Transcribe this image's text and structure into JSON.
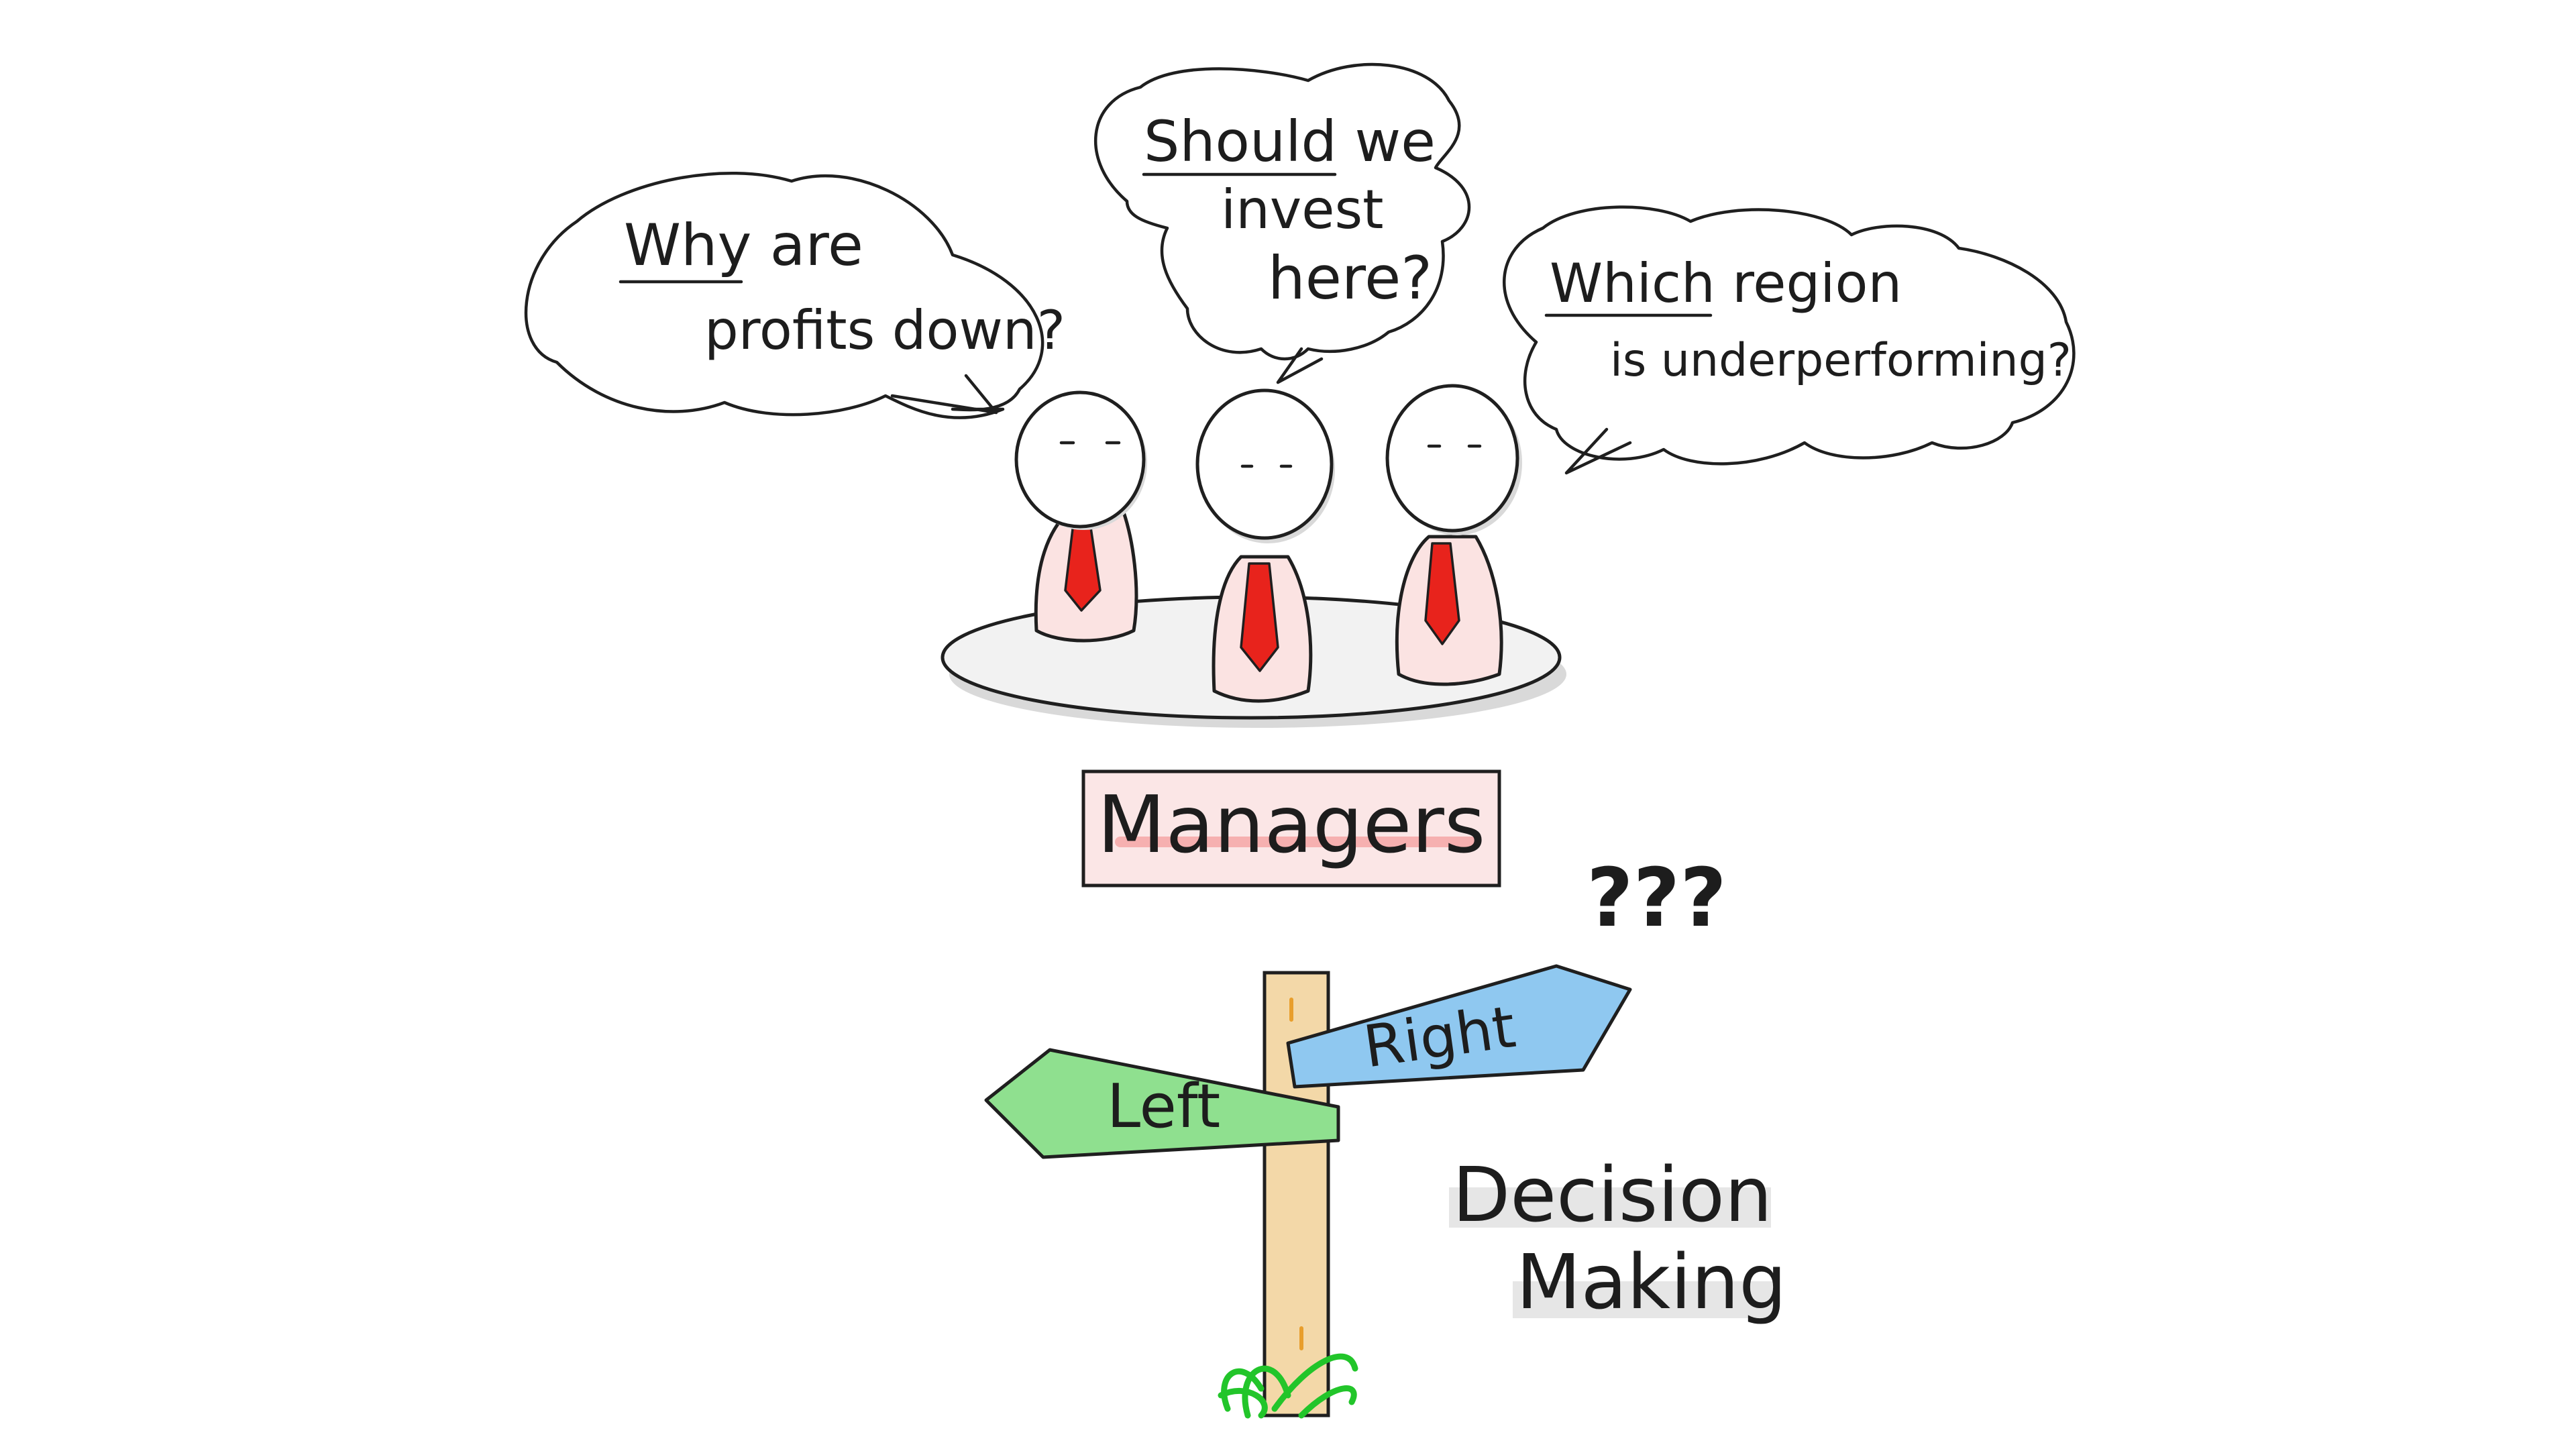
{
  "bubbles": {
    "left": {
      "emph": "Why",
      "line1_rest": " are",
      "line2": "profits down?"
    },
    "middle": {
      "emph": "Should",
      "line1_rest": " we",
      "line2": "invest",
      "line3": "here?"
    },
    "right": {
      "emph": "Which",
      "line1_rest": " region",
      "line2": "is underperforming?"
    }
  },
  "managers_label": "Managers",
  "question_marks": "???",
  "signpost": {
    "left": "Left",
    "right": "Right"
  },
  "caption": {
    "line1": "Decision",
    "line2": "Making"
  },
  "colors": {
    "tie": "#e8231c",
    "body": "#fbe3e2",
    "label_box": "#fbe6e6",
    "left_sign": "#8fe08f",
    "right_sign": "#8fc8f0",
    "post": "#f3d8a8",
    "grass": "#22c52a"
  }
}
